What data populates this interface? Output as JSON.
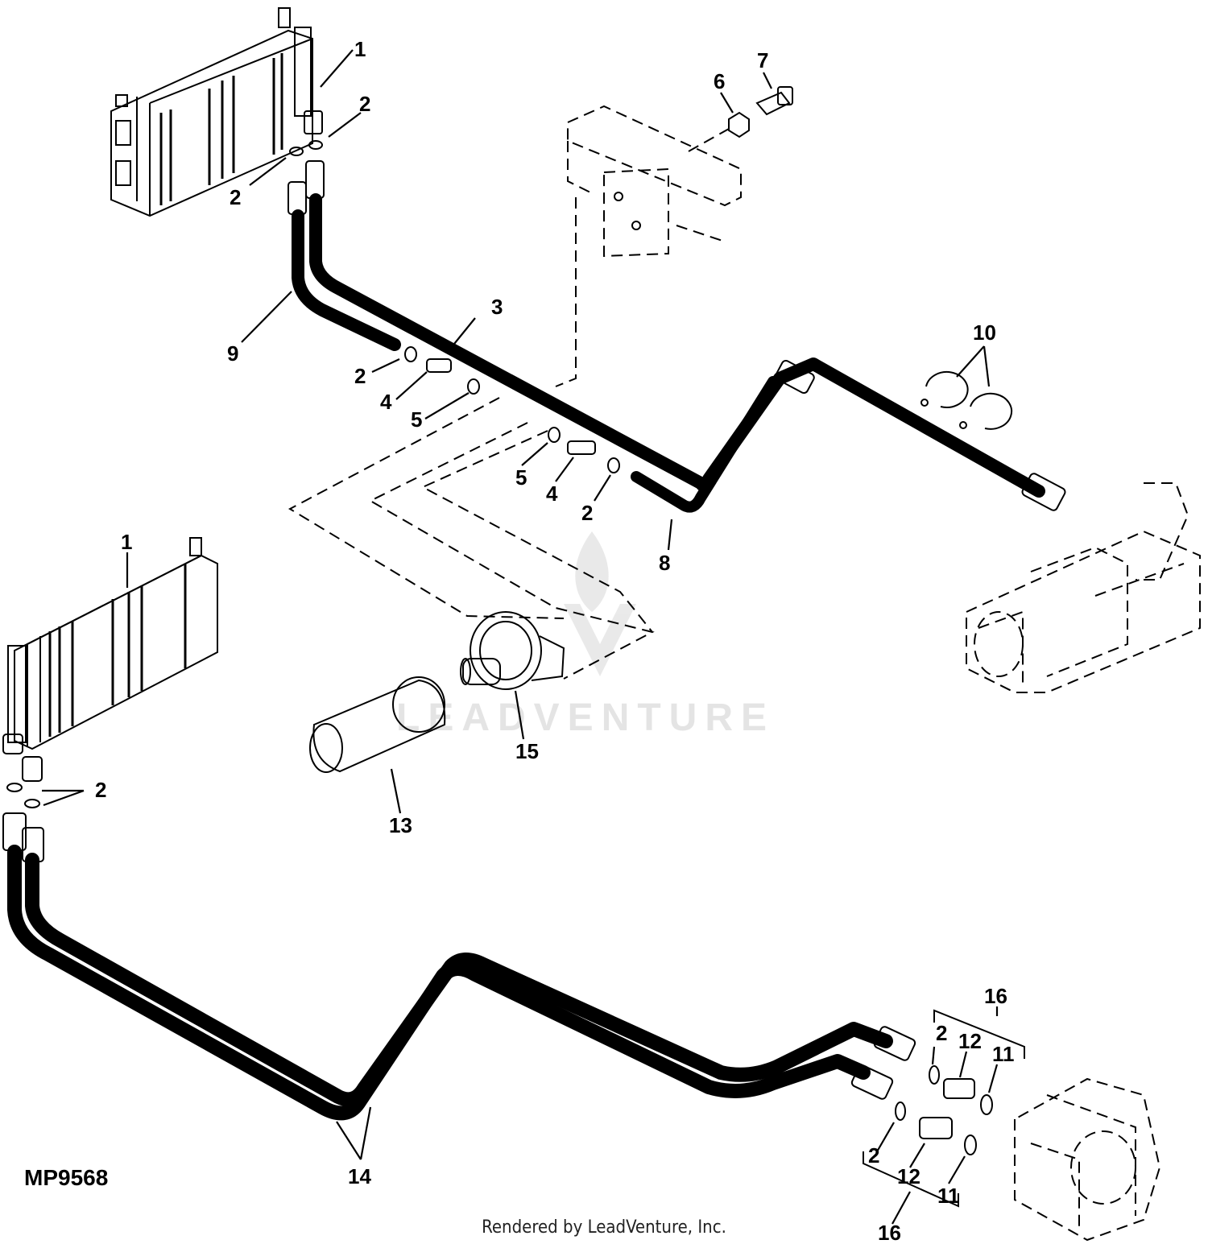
{
  "figure_id": "MP9568",
  "footer": "Rendered by LeadVenture, Inc.",
  "watermark": "LEADVENTURE",
  "callouts": {
    "c1a": "1",
    "c1b": "1",
    "c2a": "2",
    "c2b": "2",
    "c2c": "2",
    "c2d": "2",
    "c2e": "2",
    "c2f": "2",
    "c2g": "2",
    "c3": "3",
    "c4a": "4",
    "c4b": "4",
    "c5a": "5",
    "c5b": "5",
    "c6": "6",
    "c7": "7",
    "c8": "8",
    "c9": "9",
    "c10": "10",
    "c11a": "11",
    "c11b": "11",
    "c12a": "12",
    "c12b": "12",
    "c13": "13",
    "c14": "14",
    "c15": "15",
    "c16a": "16",
    "c16b": "16"
  }
}
